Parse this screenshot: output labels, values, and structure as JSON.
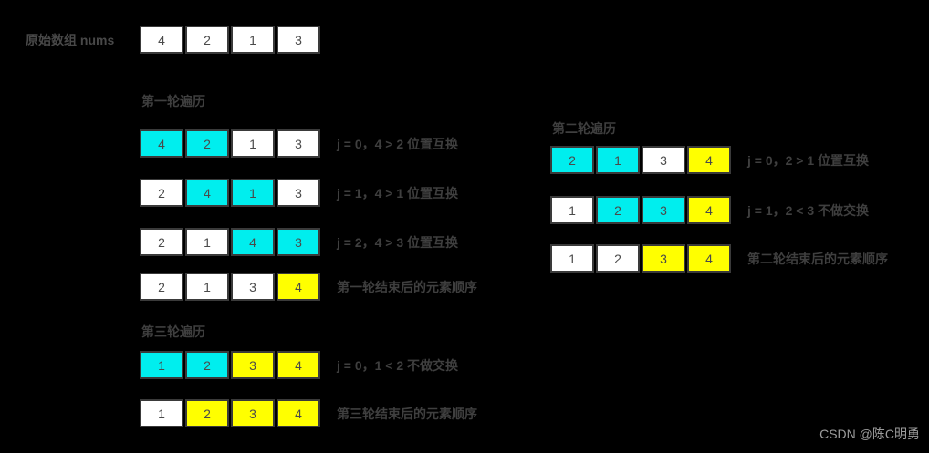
{
  "page": {
    "background": "#000000"
  },
  "colors": {
    "white": "#ffffff",
    "cyan": "#00eeee",
    "yellow": "#ffff00",
    "cell_border": "#3a3a3a",
    "annotation_text": "#3f3f3f",
    "cell_text": "#4a4a4a",
    "watermark_text": "#9c9c9c"
  },
  "original": {
    "label": "原始数组 nums",
    "cells": [
      {
        "v": "4",
        "c": "white"
      },
      {
        "v": "2",
        "c": "white"
      },
      {
        "v": "1",
        "c": "white"
      },
      {
        "v": "3",
        "c": "white"
      }
    ]
  },
  "sections": [
    {
      "title": "第一轮遍历",
      "rows": [
        {
          "cells": [
            {
              "v": "4",
              "c": "cyan"
            },
            {
              "v": "2",
              "c": "cyan"
            },
            {
              "v": "1",
              "c": "white"
            },
            {
              "v": "3",
              "c": "white"
            }
          ],
          "note": "j = 0，4 > 2 位置互换"
        },
        {
          "cells": [
            {
              "v": "2",
              "c": "white"
            },
            {
              "v": "4",
              "c": "cyan"
            },
            {
              "v": "1",
              "c": "cyan"
            },
            {
              "v": "3",
              "c": "white"
            }
          ],
          "note": "j = 1，4 > 1 位置互换"
        },
        {
          "cells": [
            {
              "v": "2",
              "c": "white"
            },
            {
              "v": "1",
              "c": "white"
            },
            {
              "v": "4",
              "c": "cyan"
            },
            {
              "v": "3",
              "c": "cyan"
            }
          ],
          "note": "j = 2，4 > 3 位置互换"
        },
        {
          "cells": [
            {
              "v": "2",
              "c": "white"
            },
            {
              "v": "1",
              "c": "white"
            },
            {
              "v": "3",
              "c": "white"
            },
            {
              "v": "4",
              "c": "yellow"
            }
          ],
          "note": "第一轮结束后的元素顺序"
        }
      ]
    },
    {
      "title": "第二轮遍历",
      "rows": [
        {
          "cells": [
            {
              "v": "2",
              "c": "cyan"
            },
            {
              "v": "1",
              "c": "cyan"
            },
            {
              "v": "3",
              "c": "white"
            },
            {
              "v": "4",
              "c": "yellow"
            }
          ],
          "note": "j = 0，2 > 1 位置互换"
        },
        {
          "cells": [
            {
              "v": "1",
              "c": "white"
            },
            {
              "v": "2",
              "c": "cyan"
            },
            {
              "v": "3",
              "c": "cyan"
            },
            {
              "v": "4",
              "c": "yellow"
            }
          ],
          "note": "j = 1，2 < 3 不做交换"
        },
        {
          "cells": [
            {
              "v": "1",
              "c": "white"
            },
            {
              "v": "2",
              "c": "white"
            },
            {
              "v": "3",
              "c": "yellow"
            },
            {
              "v": "4",
              "c": "yellow"
            }
          ],
          "note": "第二轮结束后的元素顺序"
        }
      ]
    },
    {
      "title": "第三轮遍历",
      "rows": [
        {
          "cells": [
            {
              "v": "1",
              "c": "cyan"
            },
            {
              "v": "2",
              "c": "cyan"
            },
            {
              "v": "3",
              "c": "yellow"
            },
            {
              "v": "4",
              "c": "yellow"
            }
          ],
          "note": "j = 0，1 < 2 不做交换"
        },
        {
          "cells": [
            {
              "v": "1",
              "c": "white"
            },
            {
              "v": "2",
              "c": "yellow"
            },
            {
              "v": "3",
              "c": "yellow"
            },
            {
              "v": "4",
              "c": "yellow"
            }
          ],
          "note": "第三轮结束后的元素顺序"
        }
      ]
    }
  ],
  "watermark": "CSDN @陈C明勇"
}
